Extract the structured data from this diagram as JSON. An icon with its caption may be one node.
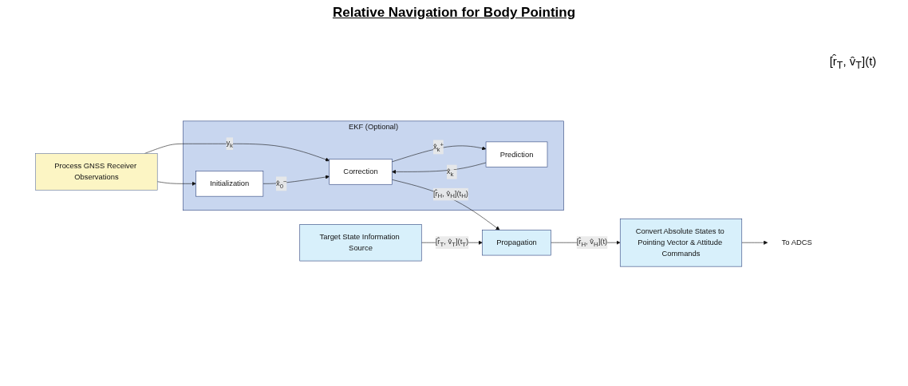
{
  "diagram": {
    "title": "Relative Navigation for Body Pointing",
    "nodes": [
      {
        "text": [
          "Process GNSS Receiver Observations"
        ]
      },
      {
        "text": [
          "EKF (Optional)"
        ]
      },
      {
        "text": [
          "Initialization"
        ],
        "in": 1
      },
      {
        "text": [
          "Correction"
        ],
        "in": 1
      },
      {
        "text": [
          "Prediction"
        ],
        "in": 1
      },
      {
        "text": [
          "Convert Absolute States to Pointing Vector & Attitude Commands"
        ]
      },
      {
        "text": [
          "Propagation"
        ]
      },
      {
        "text": [
          "Target State Information Source"
        ]
      },
      {
        "text": [
          "To ADCS"
        ]
      }
    ],
    "edges": [
      {
        "from": 0,
        "to": 3,
        "arrow": "to",
        "label": "y$_{k}$"
      },
      {
        "from": 0,
        "to": 2,
        "arrow": "to"
      },
      {
        "from": 2,
        "to": 3,
        "arrow": "to",
        "label": "x̂$_{0}$$^{−}$"
      },
      {
        "from": 3,
        "to": 4,
        "arrow": "to",
        "label": "x̂$_{k}$$^{+}$"
      },
      {
        "from": 4,
        "to": 3,
        "arrow": "to",
        "label": "x̂$_{k}$$^{−}$"
      },
      {
        "from": 3,
        "to": 6,
        "arrow": "to",
        "label": "[r̂$_{H}$, v̂$_{H}$](t$_{H}$)"
      },
      {
        "from": 6,
        "to": 5,
        "arrow": "to",
        "label": "[r̂$_{H}$, v̂$_{H}$](t)"
      },
      {
        "from": 7,
        "to": 6,
        "arrow": "to",
        "label": "[r̂$_{T}$, v̂$_{T}$](t$_{T}$)"
      },
      {
        "from": 5,
        "to": 8,
        "arrow": "to"
      }
    ],
    "labels": [
      "[r̂$_{T}$, v̂$_{T}$](t)"
    ]
  }
}
